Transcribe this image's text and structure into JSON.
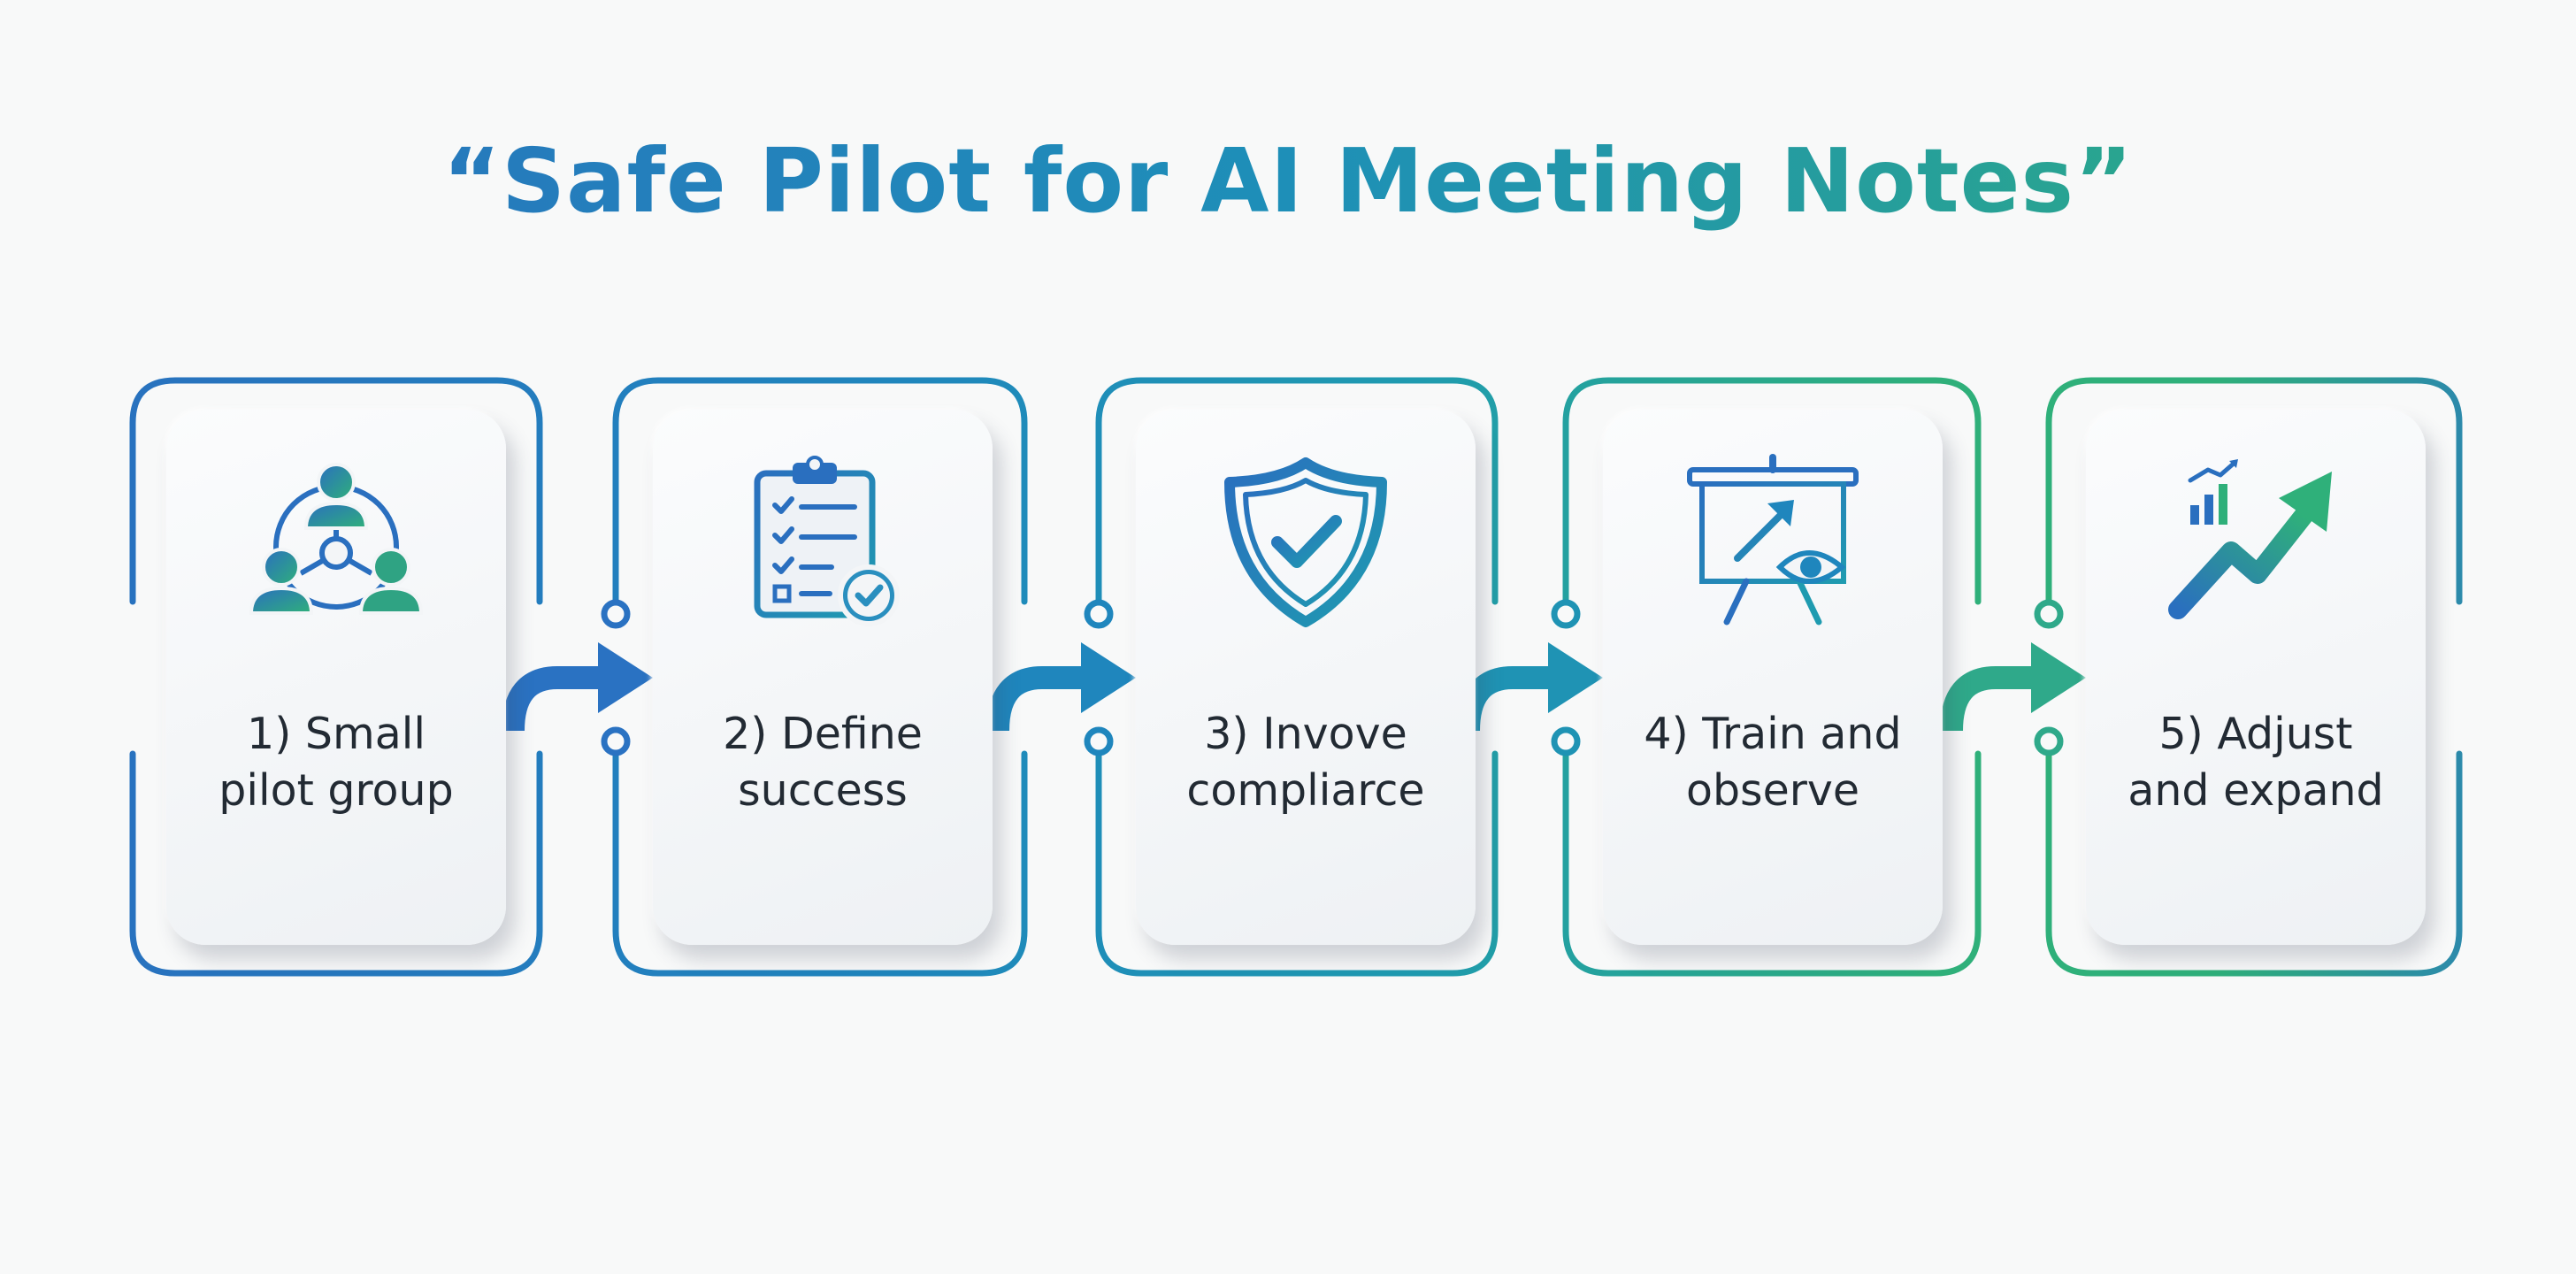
{
  "title": "“Safe Pilot for AI Meeting Notes”",
  "steps": [
    {
      "line1": "1) Small",
      "line2": "pilot group",
      "icon": "team-icon"
    },
    {
      "line1": "2) Define",
      "line2": "success",
      "icon": "checklist-icon"
    },
    {
      "line1": "3) Invove",
      "line2": "compliarce",
      "icon": "shield-check-icon"
    },
    {
      "line1": "4) Train and",
      "line2": "observe",
      "icon": "presentation-eye-icon"
    },
    {
      "line1": "5) Adjust",
      "line2": "and expand",
      "icon": "growth-chart-icon"
    }
  ],
  "colors": {
    "blue": "#2a6fbf",
    "teal": "#1e8fb8",
    "green": "#2fb07a"
  }
}
